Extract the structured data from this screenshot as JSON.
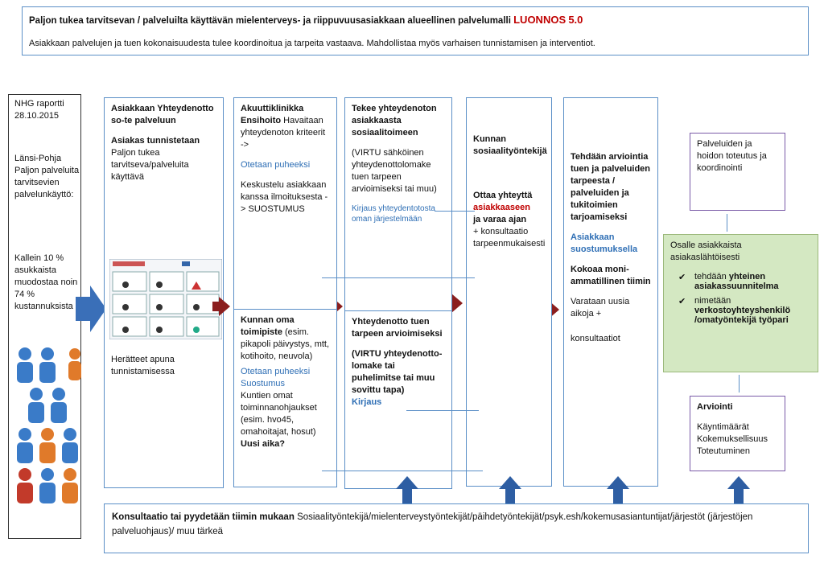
{
  "header": {
    "title": "Paljon tukea tarvitsevan / palveluilta käyttävän mielenterveys- ja riippuvuusasiakkaan alueellinen palvelumalli",
    "draft": "LUONNOS",
    "version": "5.0",
    "subtitle": "Asiakkaan palvelujen ja tuen kokonaisuudesta tulee koordinoitua ja tarpeita vastaava. Mahdollistaa myös varhaisen tunnistamisen ja interventiot."
  },
  "nhg": {
    "line1": "NHG raportti 28.10.2015",
    "line2": "Länsi-Pohja Paljon palveluita tarvitsevien palvelunkäyttö:",
    "line3": "Kallein 10 % asukkaista muodostaa noin 74 % kustannuksista"
  },
  "col1": {
    "heading": "Asiakkaan Yhteydenotto so-te palveluun",
    "id_bold": "Asiakas tunnistetaan",
    "id_text": "Paljon tukea tarvitseva/palveluita käyttävä",
    "footer": "Herätteet apuna tunnistamisessa"
  },
  "col2": {
    "heading": "Akuuttiklinikka Ensihoito",
    "heading_rest": "Havaitaan yhteydenoton kriteerit ->",
    "blue1": "Otetaan puheeksi",
    "text2": "Keskustelu asiakkaan kanssa ilmoituksesta -> SUOSTUMUS",
    "lower_heading": "Kunnan oma toimipiste",
    "lower_text": "(esim. pikapoli päivystys, mtt, kotihoito, neuvola)",
    "lower_blue": "Otetaan puheeksi Suostumus",
    "lower_text2": "Kuntien omat toiminnanohjaukset (esim. hvo45, omahoitajat, hosut)",
    "lower_bold": "Uusi aika?"
  },
  "col3": {
    "heading": "Tekee yhteydenoton asiakkaasta sosiaalitoimeen",
    "text": "(VIRTU sähköinen yhteydenottolomake tuen tarpeen arvioimiseksi tai muu)",
    "blue": "Kirjaus yhteydentotosta oman järjestelmään",
    "lower_heading": "Yhteydenotto tuen tarpeen arvioimiseksi",
    "lower_text": "(VIRTU yhteydenotto-lomake tai puhelimitse tai muu sovittu tapa)",
    "lower_blue": "Kirjaus"
  },
  "col4": {
    "heading": "Kunnan sosiaalityöntekijä",
    "bold1": "Ottaa yhteyttä",
    "red": "asiakkaaseen",
    "bold2": "ja varaa ajan",
    "text": "+ konsultaatio tarpeenmukaisesti"
  },
  "col5": {
    "heading": "Tehdään arviointia tuen ja palveluiden tarpeesta / palveluiden ja tukitoimien tarjoamiseksi",
    "blue": "Asiakkaan suostumuksella",
    "bold": "Kokoaa moni-ammatillinen tiimin",
    "text1": "Varataan uusia aikoja +",
    "text2": "konsultaatiot"
  },
  "right": {
    "top": "Palveluiden ja hoidon toteutus ja koordinointi",
    "green_intro": "Osalle asiakkaista asiakaslähtöisesti",
    "check1_pre": "tehdään",
    "check1_bold": "yhteinen asiakassuunnitelma",
    "check2_pre": "nimetään",
    "check2_bold": "verkostoyhteyshenkilö /omatyöntekijä työpari",
    "eval_heading": "Arviointi",
    "eval_items": "Käyntimäärät Kokemuksellisuus Toteutuminen"
  },
  "bottom": {
    "bold": "Konsultaatio tai pyydetään tiimin mukaan",
    "text": "Sosiaalityöntekijä/mielenterveystyöntekijät/päihdetyöntekijät/psyk.esh/kokemusasiantuntijat/järjestöt (järjestöjen palveluohjaus)/ muu tärkeä"
  },
  "colors": {
    "border": "#5b8fc7",
    "blue_text": "#2f6fb5",
    "red_text": "#c00000",
    "arrow_red": "#8b1e1e",
    "arrow_blue": "#2e5ea3",
    "green_box": "#d4e8c2"
  }
}
